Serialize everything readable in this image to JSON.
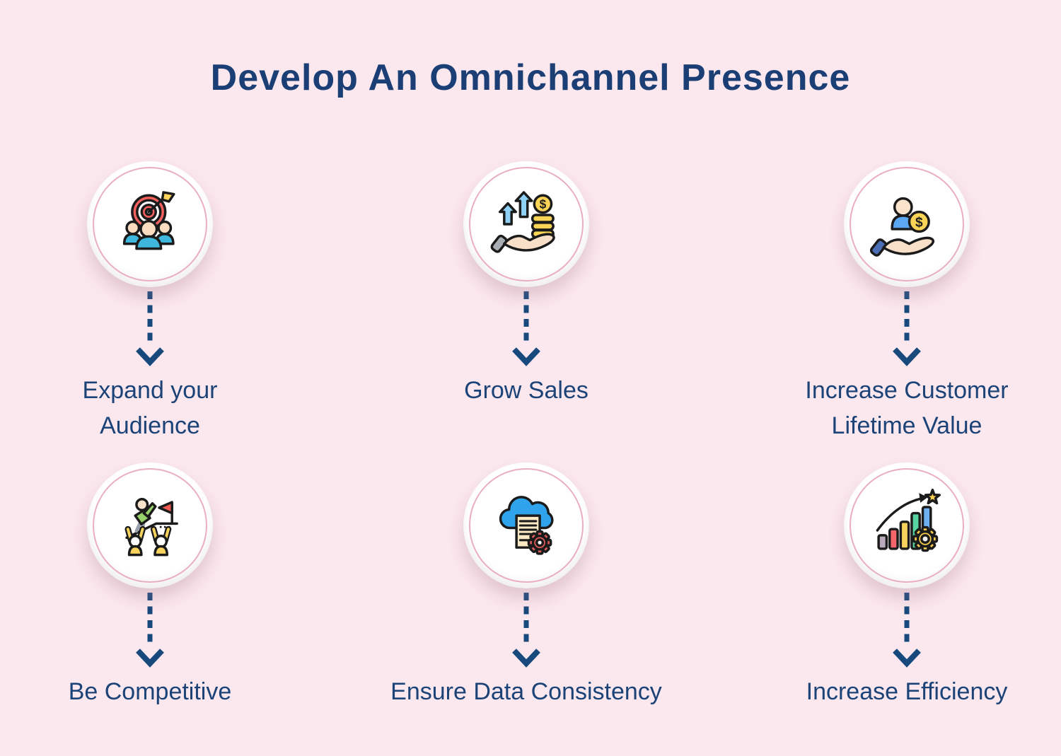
{
  "title": "Develop An Omnichannel Presence",
  "colors": {
    "background": "#FBE7EE",
    "title_navy": "#1B3F74",
    "label_navy": "#1B4377",
    "arrow_navy": "#17497C",
    "ring_pink": "#E9AEC3",
    "circle_fill": "#FFFFFF"
  },
  "glyphs": {
    "dollar": "$"
  },
  "items": [
    {
      "label": "Expand your Audience",
      "icon": "audience-target-icon"
    },
    {
      "label": "Grow Sales",
      "icon": "sales-growth-icon"
    },
    {
      "label": "Increase Customer Lifetime Value",
      "icon": "customer-lifetime-value-icon"
    },
    {
      "label": "Be Competitive",
      "icon": "be-competitive-icon"
    },
    {
      "label": "Ensure Data Consistency",
      "icon": "data-consistency-icon"
    },
    {
      "label": "Increase Efficiency",
      "icon": "efficiency-icon"
    }
  ]
}
